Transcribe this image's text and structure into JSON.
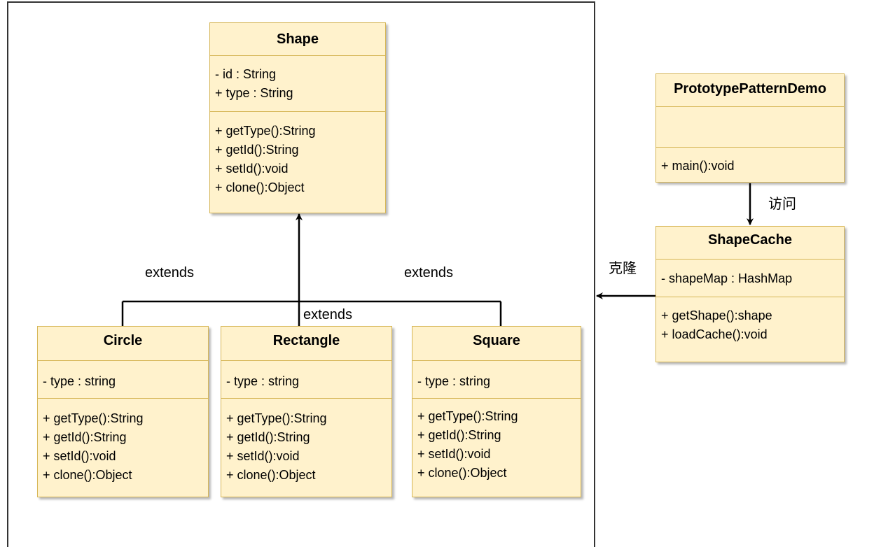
{
  "classes": {
    "shape": {
      "name": "Shape",
      "attributes": [
        "-  id : String",
        "+ type : String"
      ],
      "methods": [
        "+ getType():String",
        "+ getId():String",
        "+ setId():void",
        "+ clone():Object"
      ]
    },
    "circle": {
      "name": "Circle",
      "attributes": [
        "- type : string"
      ],
      "methods": [
        "+ getType():String",
        "+ getId():String",
        "+ setId():void",
        "+ clone():Object"
      ]
    },
    "rectangle": {
      "name": "Rectangle",
      "attributes": [
        "- type : string"
      ],
      "methods": [
        "+ getType():String",
        "+ getId():String",
        "+ setId():void",
        "+ clone():Object"
      ]
    },
    "square": {
      "name": "Square",
      "attributes": [
        "- type : string"
      ],
      "methods": [
        "+ getType():String",
        "+ getId():String",
        "+ setId():void",
        "+ clone():Object"
      ]
    },
    "demo": {
      "name": "PrototypePatternDemo",
      "attributes": [],
      "methods": [
        "+ main():void"
      ]
    },
    "cache": {
      "name": "ShapeCache",
      "attributes": [
        "- shapeMap : HashMap"
      ],
      "methods": [
        "+ getShape():shape",
        "+ loadCache():void"
      ]
    }
  },
  "labels": {
    "extends_left": "extends",
    "extends_right": "extends",
    "extends_center": "extends",
    "visit": "访问",
    "clone": "克隆"
  },
  "colors": {
    "class_fill": "#fff2cc",
    "class_border": "#d6b656"
  }
}
